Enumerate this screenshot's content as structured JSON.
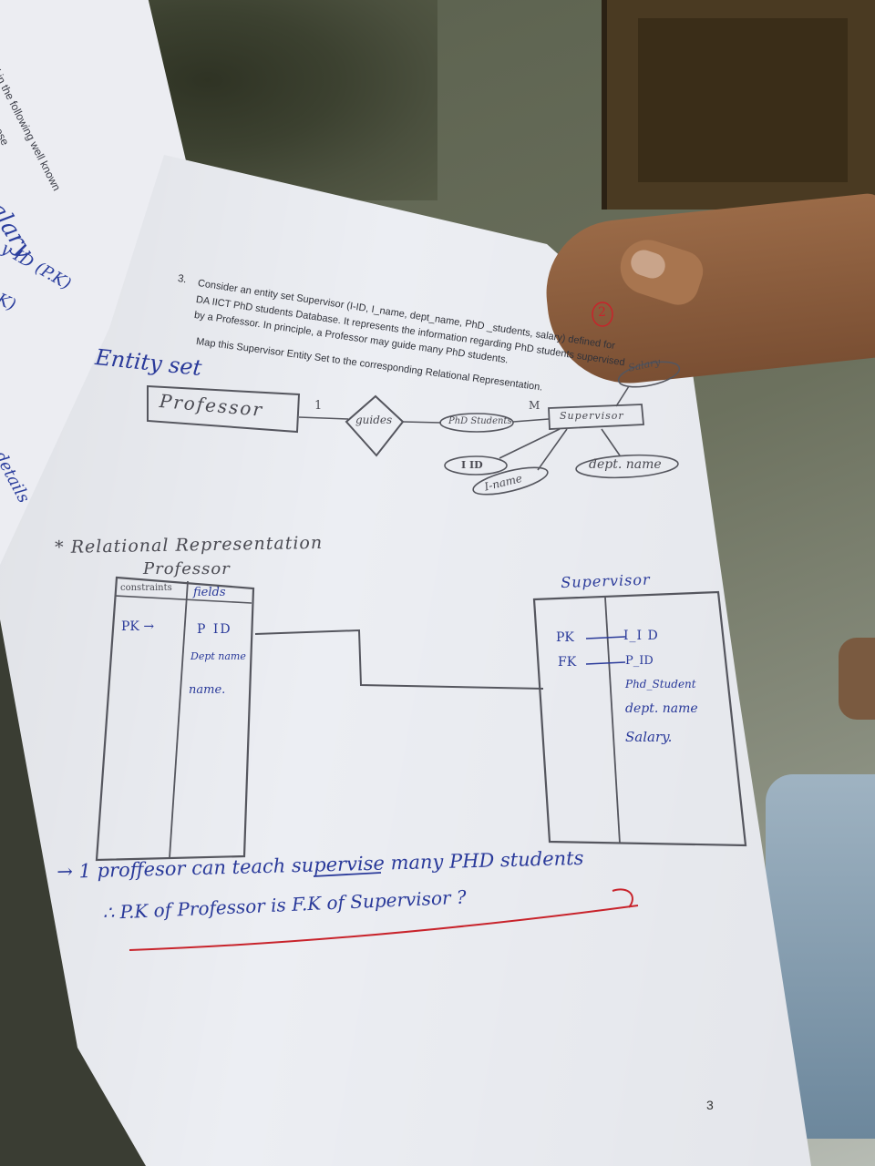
{
  "left_page": {
    "printed_text": "act to find in the following well known",
    "printed_text_2": "ary for each of these",
    "handwriting": [
      "salary",
      "y ID (P.K)",
      "K)",
      "details"
    ]
  },
  "question": {
    "number": "3.",
    "lines": [
      "Consider an entity set Supervisor (I-ID, I_name, dept_name, PhD _students, salary) defined for",
      "DA IICT PhD students Database. It represents the information regarding PhD students supervised",
      "by a Professor. In principle, a Professor may guide many PhD students.",
      "Map this Supervisor Entity Set to the corresponding Relational Representation."
    ],
    "circled_mark": "2"
  },
  "er_diagram": {
    "heading": "Entity set",
    "entity_professor": "Professor",
    "relationship": "guides",
    "cardinality_left": "1",
    "cardinality_right": "M",
    "entity_supervisor": "Supervisor",
    "attributes": [
      "Salary",
      "PhD Students",
      "I ID",
      "I-name",
      "dept. name"
    ]
  },
  "relational": {
    "heading": "* Relational Representation",
    "professor": {
      "title": "Professor",
      "col_headers": [
        "constraints",
        "fields"
      ],
      "constraint": "PK →",
      "fields": [
        "P ID",
        "Dept name",
        "name."
      ]
    },
    "supervisor": {
      "title": "Supervisor",
      "constraints": [
        "PK",
        "FK"
      ],
      "fields": [
        "I_I D",
        "P_ID",
        "Phd_Student",
        "dept. name",
        "Salary."
      ]
    }
  },
  "notes": {
    "line1": "→ 1 proffesor can teach supervise many PHD students",
    "line2": "∴ P.K of Professor is F.K of Supervisor ?"
  },
  "page_number": "3",
  "colors": {
    "pen_blue": "#2a3a9a",
    "pen_red": "#c8232b",
    "pencil": "#4a4a52",
    "paper": "#eceef3"
  }
}
